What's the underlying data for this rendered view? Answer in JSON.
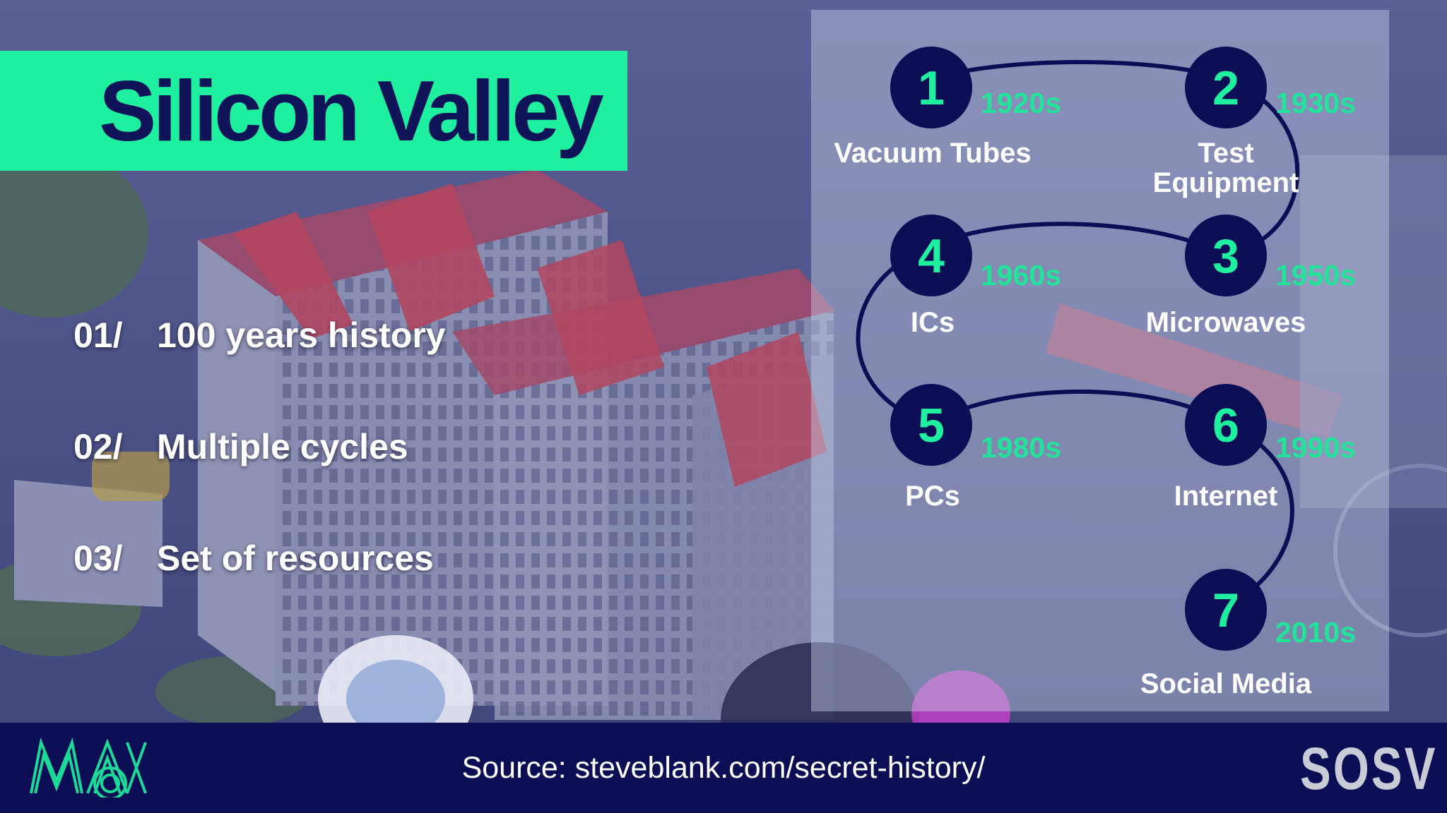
{
  "title": "Silicon Valley",
  "points": [
    {
      "num": "01/",
      "text": "100 years history"
    },
    {
      "num": "02/",
      "text": "Multiple cycles"
    },
    {
      "num": "03/",
      "text": "Set of resources"
    }
  ],
  "timeline": [
    {
      "n": "1",
      "year": "1920s",
      "label": "Vacuum Tubes"
    },
    {
      "n": "2",
      "year": "1930s",
      "label": "Test",
      "label2": "Equipment"
    },
    {
      "n": "3",
      "year": "1950s",
      "label": "Microwaves"
    },
    {
      "n": "4",
      "year": "1960s",
      "label": "ICs"
    },
    {
      "n": "5",
      "year": "1980s",
      "label": "PCs"
    },
    {
      "n": "6",
      "year": "1990s",
      "label": "Internet"
    },
    {
      "n": "7",
      "year": "2010s",
      "label": "Social Media"
    }
  ],
  "footer": {
    "source": "Source: steveblank.com/secret-history/",
    "logo_left": "MAX",
    "logo_right": "SOSV"
  },
  "colors": {
    "accent_green": "#1ef0a0",
    "navy": "#0f1459",
    "footer_navy": "#0b0d55"
  },
  "icons": {
    "logo_left": "max-fingerprint-logo",
    "logo_right": "sosv-logo"
  }
}
